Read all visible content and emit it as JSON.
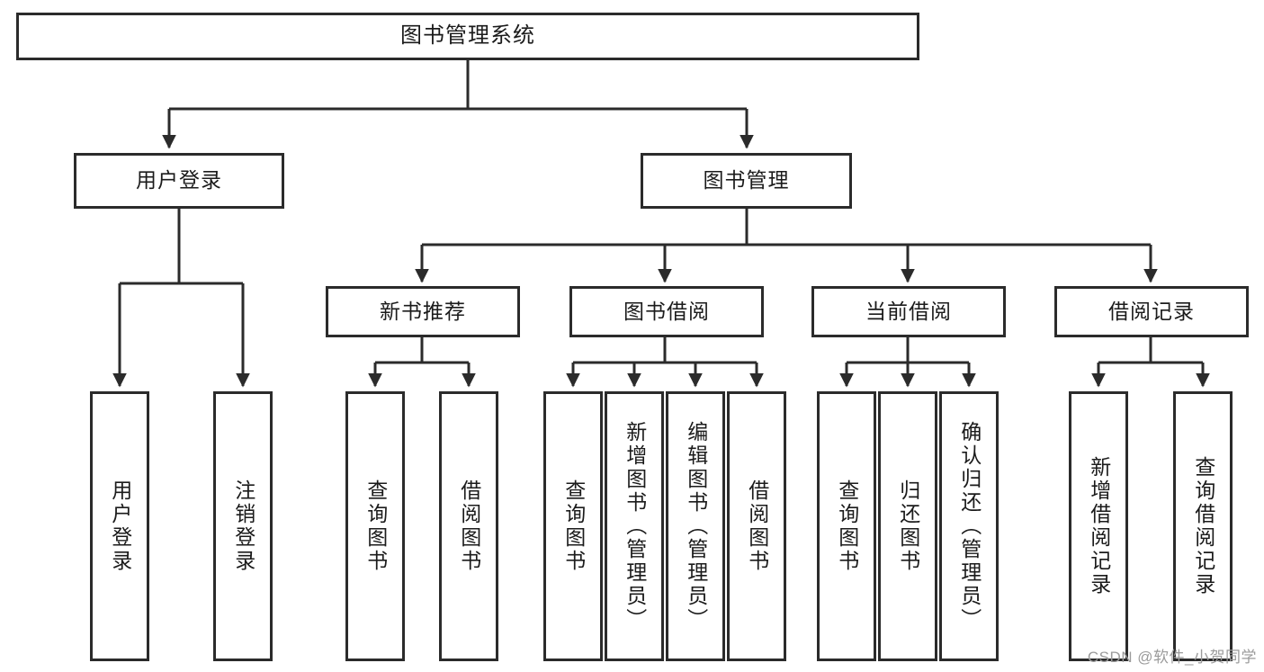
{
  "diagram": {
    "title": "图书管理系统",
    "type": "tree-hierarchy-diagram",
    "style": {
      "box_border_color": "#2b2b2b",
      "box_fill_color": "#ffffff",
      "edge_color": "#2b2b2b",
      "text_color": "#1b1b1b",
      "background": "#ffffff"
    },
    "root": {
      "label": "图书管理系统"
    },
    "level2": [
      {
        "label": "用户登录"
      },
      {
        "label": "图书管理"
      }
    ],
    "level3": [
      {
        "label": "新书推荐"
      },
      {
        "label": "图书借阅"
      },
      {
        "label": "当前借阅"
      },
      {
        "label": "借阅记录"
      }
    ],
    "leaves": {
      "user_login": [
        {
          "label": "用户登录"
        },
        {
          "label": "注销登录"
        }
      ],
      "new_book_recommend": [
        {
          "label": "查询图书"
        },
        {
          "label": "借阅图书"
        }
      ],
      "book_borrow": [
        {
          "label": "查询图书"
        },
        {
          "label": "新增图书（管理员）"
        },
        {
          "label": "编辑图书（管理员）"
        },
        {
          "label": "借阅图书"
        }
      ],
      "current_borrow": [
        {
          "label": "查询图书"
        },
        {
          "label": "归还图书"
        },
        {
          "label": "确认归还（管理员）"
        }
      ],
      "borrow_record": [
        {
          "label": "新增借阅记录"
        },
        {
          "label": "查询借阅记录"
        }
      ]
    }
  },
  "watermark": {
    "text": "CSDN @软件_小贺同学"
  }
}
